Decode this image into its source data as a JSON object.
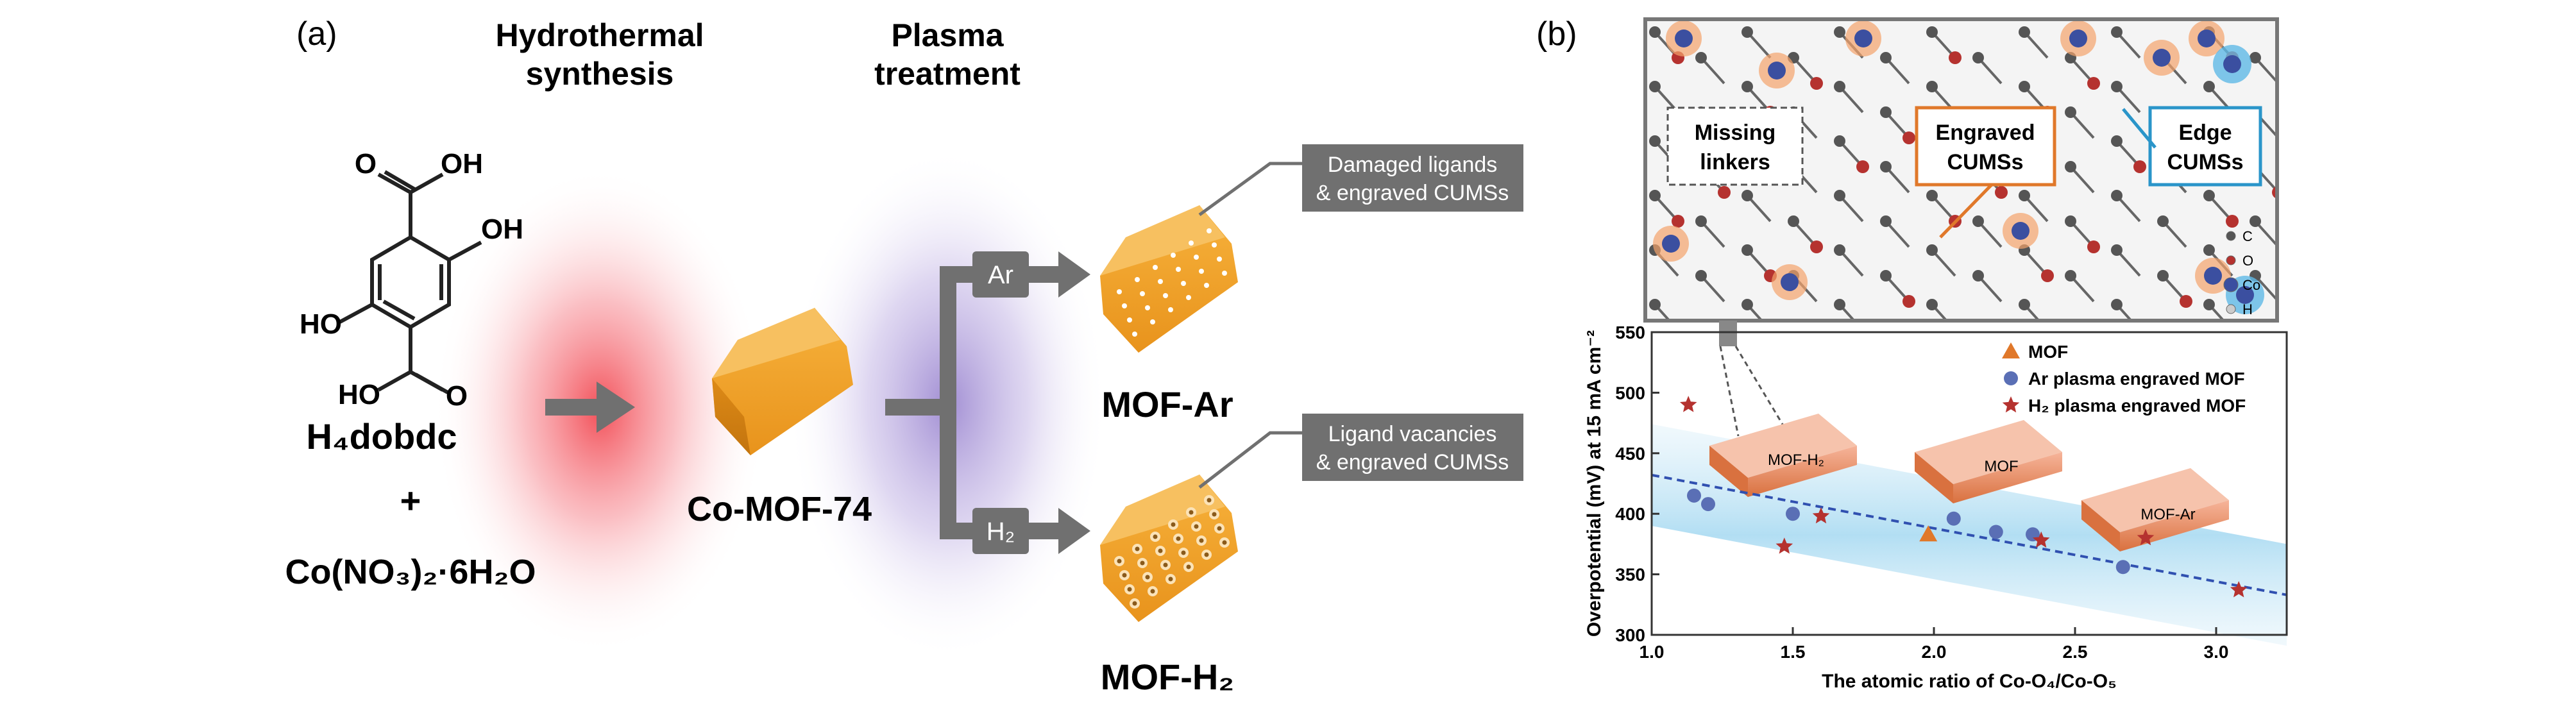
{
  "panel_a": {
    "label": "(a)",
    "step1_line1": "Hydrothermal",
    "step1_line2": "synthesis",
    "step2_line1": "Plasma",
    "step2_line2": "treatment",
    "atom_O": "O",
    "atom_OH": "OH",
    "atom_HO": "HO",
    "linker_name": "H₄dobdc",
    "plus": "+",
    "metal_salt": "Co(NO₃)₂·6H₂O",
    "pristine": "Co-MOF-74",
    "gas_top": "Ar",
    "gas_bottom": "H₂",
    "product_top": "MOF-Ar",
    "product_bottom": "MOF-H₂",
    "callout_top_line1": "Damaged ligands",
    "callout_top_line2": "& engraved CUMSs",
    "callout_bottom_line1": "Ligand vacancies",
    "callout_bottom_line2": "& engraved CUMSs"
  },
  "panel_b": {
    "label": "(b)",
    "structure": {
      "missing_line1": "Missing",
      "missing_line2": "linkers",
      "engraved_line1": "Engraved",
      "engraved_line2": "CUMSs",
      "edge_line1": "Edge",
      "edge_line2": "CUMSs",
      "legend": [
        {
          "symbol": "C",
          "color": "#555555"
        },
        {
          "symbol": "O",
          "color": "#b5322f"
        },
        {
          "symbol": "Co",
          "color": "#3b4fa0"
        },
        {
          "symbol": "H",
          "color": "#cccccc"
        }
      ]
    },
    "chart_data": {
      "type": "scatter",
      "xlabel": "The atomic ratio of Co-O₄/Co-O₅",
      "ylabel": "Overpotential (mV) at 15 mA cm⁻²",
      "xlim": [
        1.0,
        3.25
      ],
      "ylim": [
        300,
        550
      ],
      "xticks": [
        "1.0",
        "1.5",
        "2.0",
        "2.5",
        "3.0"
      ],
      "yticks": [
        "300",
        "350",
        "400",
        "450",
        "500",
        "550"
      ],
      "legend_position": "top-right",
      "series": [
        {
          "name": "MOF",
          "marker": "triangle",
          "color": "#e0782a",
          "points": [
            [
              1.98,
              383
            ]
          ]
        },
        {
          "name": "Ar plasma engraved MOF",
          "marker": "circle",
          "color": "#5a6fb5",
          "points": [
            [
              1.15,
              415
            ],
            [
              1.2,
              408
            ],
            [
              1.5,
              400
            ],
            [
              2.07,
              396
            ],
            [
              2.22,
              385
            ],
            [
              2.35,
              383
            ],
            [
              2.67,
              356
            ]
          ]
        },
        {
          "name": "H₂ plasma engraved MOF",
          "marker": "star",
          "color": "#b5322f",
          "points": [
            [
              1.13,
              490
            ],
            [
              1.47,
              373
            ],
            [
              1.6,
              398
            ],
            [
              2.38,
              378
            ],
            [
              2.75,
              380
            ],
            [
              3.08,
              337
            ]
          ]
        }
      ],
      "fit_line": {
        "x": [
          1.0,
          3.25
        ],
        "y": [
          432,
          333
        ]
      },
      "insets": [
        "MOF-H₂",
        "MOF",
        "MOF-Ar"
      ]
    }
  }
}
